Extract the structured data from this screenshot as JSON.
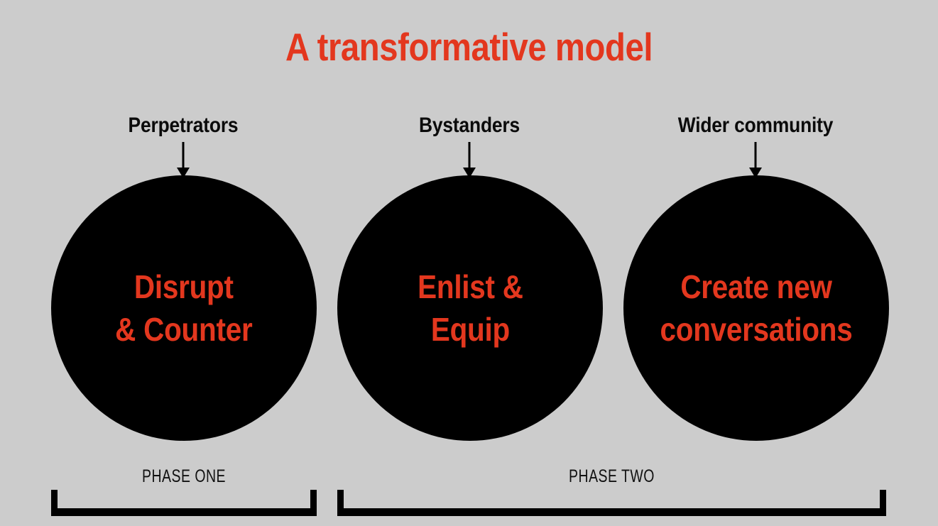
{
  "title": "A transformative model",
  "colors": {
    "background": "#cccccc",
    "accent_red": "#e3371e",
    "circle_fill": "#000000",
    "text_black": "#0b0b0b"
  },
  "columns": [
    {
      "audience_label": "Perpetrators",
      "arrow": "down-arrow-icon",
      "action_line1": "Disrupt",
      "action_line2": "& Counter"
    },
    {
      "audience_label": "Bystanders",
      "arrow": "down-arrow-icon",
      "action_line1": "Enlist &",
      "action_line2": "Equip"
    },
    {
      "audience_label": "Wider community",
      "arrow": "down-arrow-icon",
      "action_line1": "Create new",
      "action_line2": "conversations"
    }
  ],
  "phases": [
    {
      "label": "PHASE ONE",
      "spans": [
        "Perpetrators"
      ]
    },
    {
      "label": "PHASE TWO",
      "spans": [
        "Bystanders",
        "Wider community"
      ]
    }
  ]
}
